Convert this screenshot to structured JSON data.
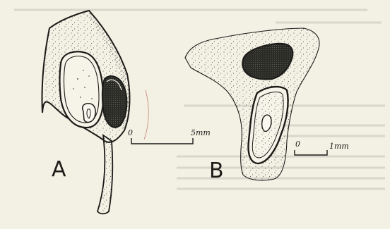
{
  "figure": {
    "label_a": "A",
    "label_b": "B",
    "scale_a": {
      "zero": "0",
      "text": "5mm"
    },
    "scale_b": {
      "zero": "0",
      "text": "1mm"
    }
  },
  "colors": {
    "paper": "#f3f0e4",
    "ink": "#1b1b18"
  }
}
